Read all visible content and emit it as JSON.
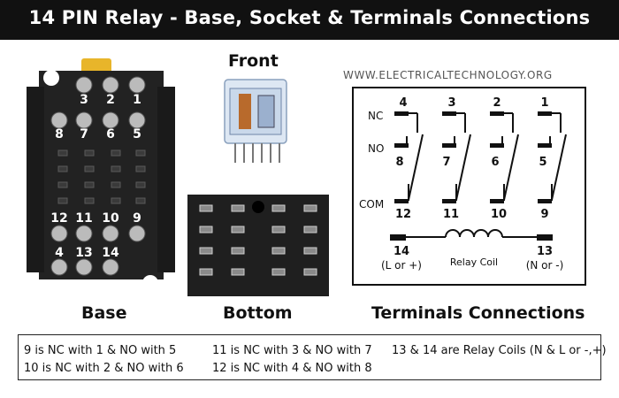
{
  "title": "14 PIN Relay - Base, Socket & Terminals Connections",
  "watermark": "WWW.ELECTRICALTECHNOLOGY.ORG",
  "captions": {
    "front": "Front",
    "base": "Base",
    "bottom": "Bottom",
    "terminals": "Terminals Connections"
  },
  "base_labels": {
    "top_row": [
      "3",
      "2",
      "1"
    ],
    "second_row": [
      "8",
      "7",
      "6",
      "5"
    ],
    "lower_row": [
      "12",
      "11",
      "10",
      "9"
    ],
    "bottom_row": [
      "4",
      "13",
      "14"
    ]
  },
  "schematic": {
    "nc_pins": [
      "4",
      "3",
      "2",
      "1"
    ],
    "no_pins": [
      "8",
      "7",
      "6",
      "5"
    ],
    "com_pins": [
      "12",
      "11",
      "10",
      "9"
    ],
    "row_labels": {
      "nc": "NC",
      "no": "NO",
      "com": "COM"
    },
    "coil": {
      "left_pin": "14",
      "left_label": "(L or +)",
      "right_pin": "13",
      "right_label": "(N or -)",
      "name": "Relay Coil"
    }
  },
  "notes": [
    "9 is NC with 1 & NO with 5",
    "10 is NC with 2 & NO with 6",
    "11 is NC with 3 & NO with 7",
    "12 is NC with 4 & NO with 8",
    "13 & 14 are Relay Coils (N & L or -,+)"
  ],
  "colors": {
    "title_bg": "#111111",
    "title_text": "#ffffff",
    "socket_body": "#1f1f1f",
    "latch": "#e8b52a"
  }
}
